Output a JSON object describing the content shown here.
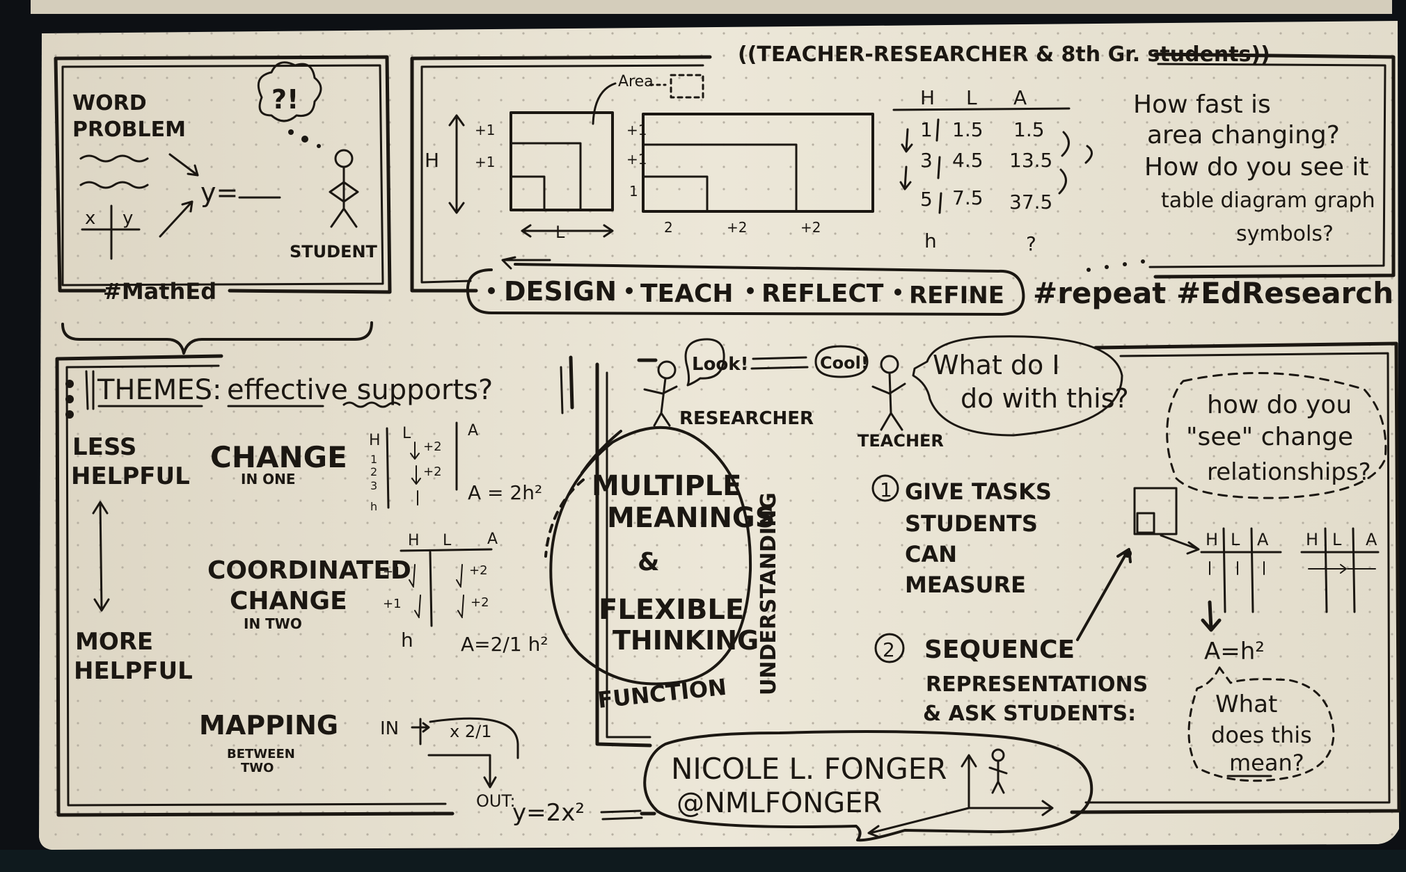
{
  "sketchnote": {
    "header": {
      "context": "((TEACHER-RESEARCHER & 8th Gr. students))",
      "hashtag_mathed": "#MathEd"
    },
    "word_problem_panel": {
      "title_line1": "WORD",
      "title_line2": "PROBLEM",
      "equation": "y=",
      "table_x": "x",
      "table_y": "y",
      "thought": "?!",
      "student_label": "STUDENT"
    },
    "area_panel": {
      "area_label": "Area",
      "h_axis": "H",
      "plus_one_a": "+1",
      "plus_one_b": "+1",
      "left_ticks": [
        "+1",
        "+1",
        "1"
      ],
      "l_axis": "L",
      "bottom_ticks": [
        "2",
        "+2",
        "+2"
      ],
      "table_headers": [
        "H",
        "L",
        "A"
      ],
      "table_rows": [
        [
          "1",
          "1.5",
          "1.5"
        ],
        [
          "3",
          "4.5",
          "13.5"
        ],
        [
          "5",
          "7.5",
          "37.5"
        ],
        [
          "h",
          "",
          "?"
        ]
      ],
      "questions": [
        "How fast is",
        "area changing?",
        "How do you see it",
        "table diagram graph",
        "symbols?"
      ]
    },
    "cycle": {
      "steps": [
        "DESIGN",
        "TEACH",
        "REFLECT",
        "REFINE"
      ],
      "hashtags": "#repeat #EdResearch"
    },
    "themes": {
      "title": "THEMES:",
      "subtitle": "effective supports?",
      "less": [
        "LESS",
        "HELPFUL"
      ],
      "more": [
        "MORE",
        "HELPFUL"
      ],
      "change_one": [
        "CHANGE",
        "IN ONE"
      ],
      "change_one_table": {
        "headers": [
          "H",
          "L",
          "A"
        ],
        "h_col": [
          "1",
          "2",
          "3",
          "h"
        ],
        "l_col": [
          "+2",
          "+2"
        ],
        "formula": "A = 2h²"
      },
      "coordinated": [
        "COORDINATED",
        "CHANGE",
        "IN TWO"
      ],
      "coordinated_table": {
        "headers": [
          "H",
          "L",
          "A"
        ],
        "h_col": [
          "+1",
          "+1",
          "h"
        ],
        "l_col": [
          "+2",
          "+2"
        ],
        "formula": "A=2/1 h²"
      },
      "mapping": [
        "MAPPING",
        "BETWEEN",
        "TWO"
      ],
      "mapping_in": "IN",
      "mapping_op": "x 2/1",
      "mapping_out": "OUT:",
      "mapping_formula": "y=2x²"
    },
    "center": {
      "look": "Look!",
      "researcher": "RESEARCHER",
      "cool": "Cool!",
      "teacher": "TEACHER",
      "teacher_question": [
        "What do I",
        "do with this?"
      ],
      "circle_text": [
        "MULTIPLE",
        "MEANINGS",
        "&",
        "FLEXIBLE",
        "THINKING"
      ],
      "arc_function": "FUNCTION",
      "arc_understanding": "UNDERSTANDING"
    },
    "steps": {
      "num1": "1",
      "give": [
        "GIVE TASKS",
        "STUDENTS",
        "CAN",
        "MEASURE"
      ],
      "num2": "2",
      "sequence": [
        "SEQUENCE",
        "REPRESENTATIONS",
        "& ASK STUDENTS:"
      ]
    },
    "right_panel": {
      "cloud_question": [
        "how do you",
        "\"see\" change",
        "relationships?"
      ],
      "t1_headers": [
        "H",
        "L",
        "A"
      ],
      "t2_headers": [
        "H",
        "L",
        "A"
      ],
      "formula": "A=h²",
      "meaning": [
        "What",
        "does this",
        "mean?"
      ]
    },
    "author": {
      "name": "NICOLE L. FONGER",
      "handle": "@NMLFONGER"
    },
    "colors": {
      "paper": "#ece6d6",
      "ink": "#1b1712",
      "desk": "#0d1014"
    }
  }
}
